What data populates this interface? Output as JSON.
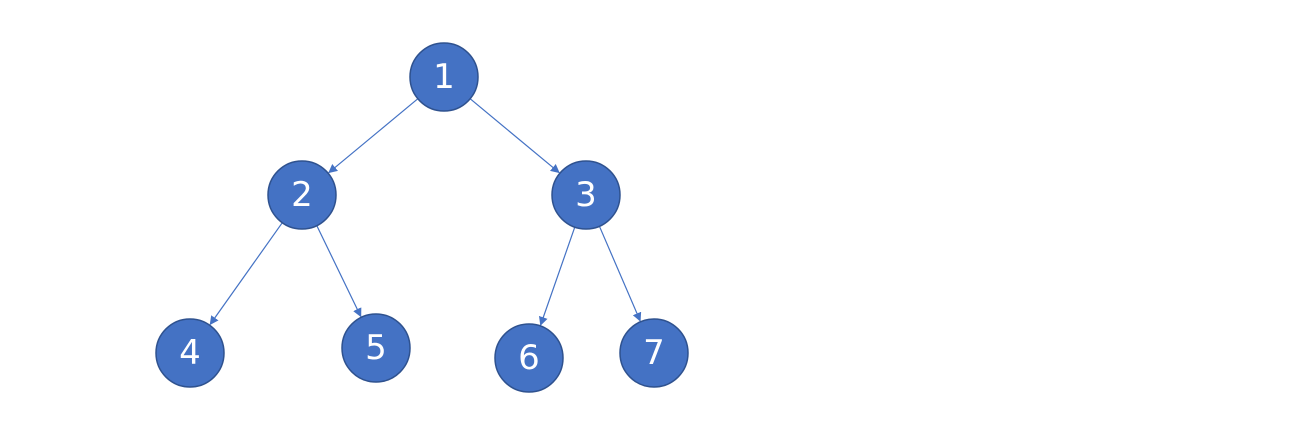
{
  "diagram": {
    "type": "binary-tree",
    "colors": {
      "node_fill": "#4472C4",
      "node_stroke": "#2F528F",
      "edge": "#4472C4",
      "label": "#FFFFFF",
      "background": "#FFFFFF"
    },
    "nodes": [
      {
        "id": "n1",
        "label": "1"
      },
      {
        "id": "n2",
        "label": "2"
      },
      {
        "id": "n3",
        "label": "3"
      },
      {
        "id": "n4",
        "label": "4"
      },
      {
        "id": "n5",
        "label": "5"
      },
      {
        "id": "n6",
        "label": "6"
      },
      {
        "id": "n7",
        "label": "7"
      }
    ],
    "edges": [
      {
        "from": "n1",
        "to": "n2"
      },
      {
        "from": "n1",
        "to": "n3"
      },
      {
        "from": "n2",
        "to": "n4"
      },
      {
        "from": "n2",
        "to": "n5"
      },
      {
        "from": "n3",
        "to": "n6"
      },
      {
        "from": "n3",
        "to": "n7"
      }
    ]
  }
}
